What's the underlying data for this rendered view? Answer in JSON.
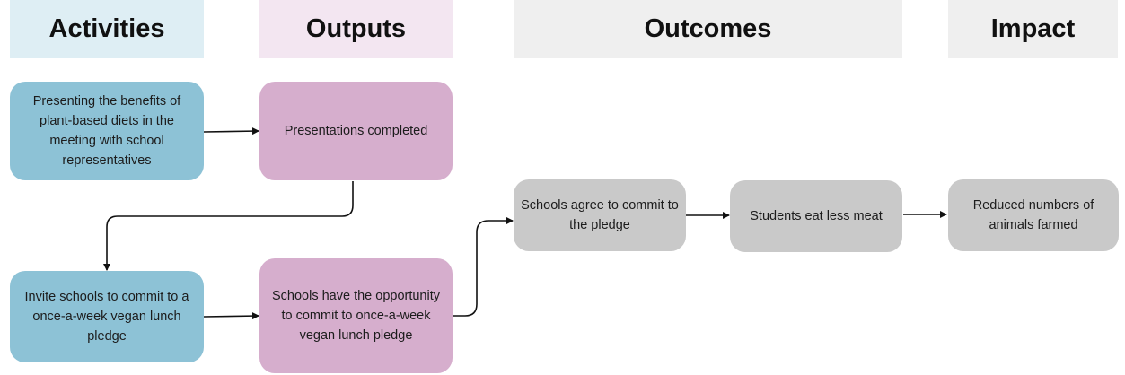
{
  "headers": {
    "activities": "Activities",
    "outputs": "Outputs",
    "outcomes": "Outcomes",
    "impact": "Impact"
  },
  "colors": {
    "activities_header_bg": "#deeef4",
    "outputs_header_bg": "#f3e6f1",
    "outcomes_header_bg": "#efefef",
    "impact_header_bg": "#efefef",
    "activity_box": "#8dc2d6",
    "output_box": "#d6aecd",
    "outcome_box": "#c9c9c9"
  },
  "boxes": {
    "activity_presenting": "Presenting the benefits of plant-based diets in the meeting with school representatives",
    "output_presentations": "Presentations completed",
    "activity_invite": "Invite schools to commit to a once-a-week vegan lunch pledge",
    "output_opportunity": "Schools have the opportunity to commit to once-a-week vegan lunch pledge",
    "outcome_agree": "Schools agree to commit to the pledge",
    "outcome_eat_less": "Students eat less meat",
    "impact_reduced": "Reduced numbers of animals farmed"
  }
}
